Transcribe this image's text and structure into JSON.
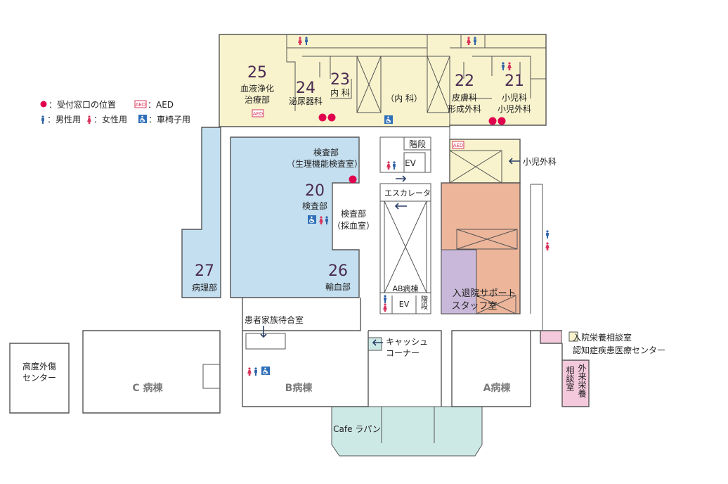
{
  "colors": {
    "clinic_yellow": "#f8f3cd",
    "exam_blue": "#c4dff0",
    "salmon": "#edb59a",
    "lavender": "#c9b8d9",
    "pink": "#f4c9db",
    "cafe_teal": "#cde9e6",
    "reception_dot": "#e0004d",
    "male_icon": "#2f63a8",
    "female_icon": "#d9345b",
    "wheelchair_bg": "#2f6fb8"
  },
  "legend": {
    "reception": "：受付窓口の位置",
    "aed_badge": "AED",
    "aed": "：AED",
    "male": "：男性用",
    "female": "：女性用",
    "wheelchair": "：車椅子用"
  },
  "departments": {
    "d25": {
      "num": "25",
      "l1": "血液浄化",
      "l2": "治療部"
    },
    "d24": {
      "num": "24",
      "l1": "泌尿器科"
    },
    "d23": {
      "num": "23",
      "l1": "内 科"
    },
    "naika": {
      "l1": "（内 科）"
    },
    "d22": {
      "num": "22",
      "l1": "皮膚科",
      "l2": "形成外科"
    },
    "d21": {
      "num": "21",
      "l1": "小児科",
      "l2": "小児外科"
    },
    "d20": {
      "num": "20",
      "l1": "検査部"
    },
    "kensa_top": {
      "l1": "検査部",
      "l2": "（生理機能検査室）"
    },
    "kensa_blood": {
      "l1": "検査部",
      "l2": "（採血室）"
    },
    "d26": {
      "num": "26",
      "l1": "輸血部"
    },
    "d27": {
      "num": "27",
      "l1": "病理部"
    }
  },
  "rooms": {
    "stairs_top": "階段",
    "ev_top": "EV",
    "escalator": "エスカレータ",
    "ab_wing": "AB病棟",
    "ev_bottom": "EV",
    "stairs_bottom": "階段",
    "pediatric_surgery": "小児外科",
    "support_l1": "入退院サポート",
    "support_l2": "スタッフ室",
    "waiting_room": "患者家族待合室",
    "cashier_l1": "キャッシュ",
    "cashier_l2": "コーナー",
    "nutrition_consult": "入院栄養相談室",
    "dementia_center": "認知症疾患医療センター",
    "outpatient_nutrition": "外来栄養",
    "consult_room": "相談室",
    "trauma_l1": "高度外傷",
    "trauma_l2": "センター",
    "c_wing": "C 病棟",
    "b_wing": "B病棟",
    "a_wing": "A病棟",
    "cafe": "Cafe ラパン"
  }
}
